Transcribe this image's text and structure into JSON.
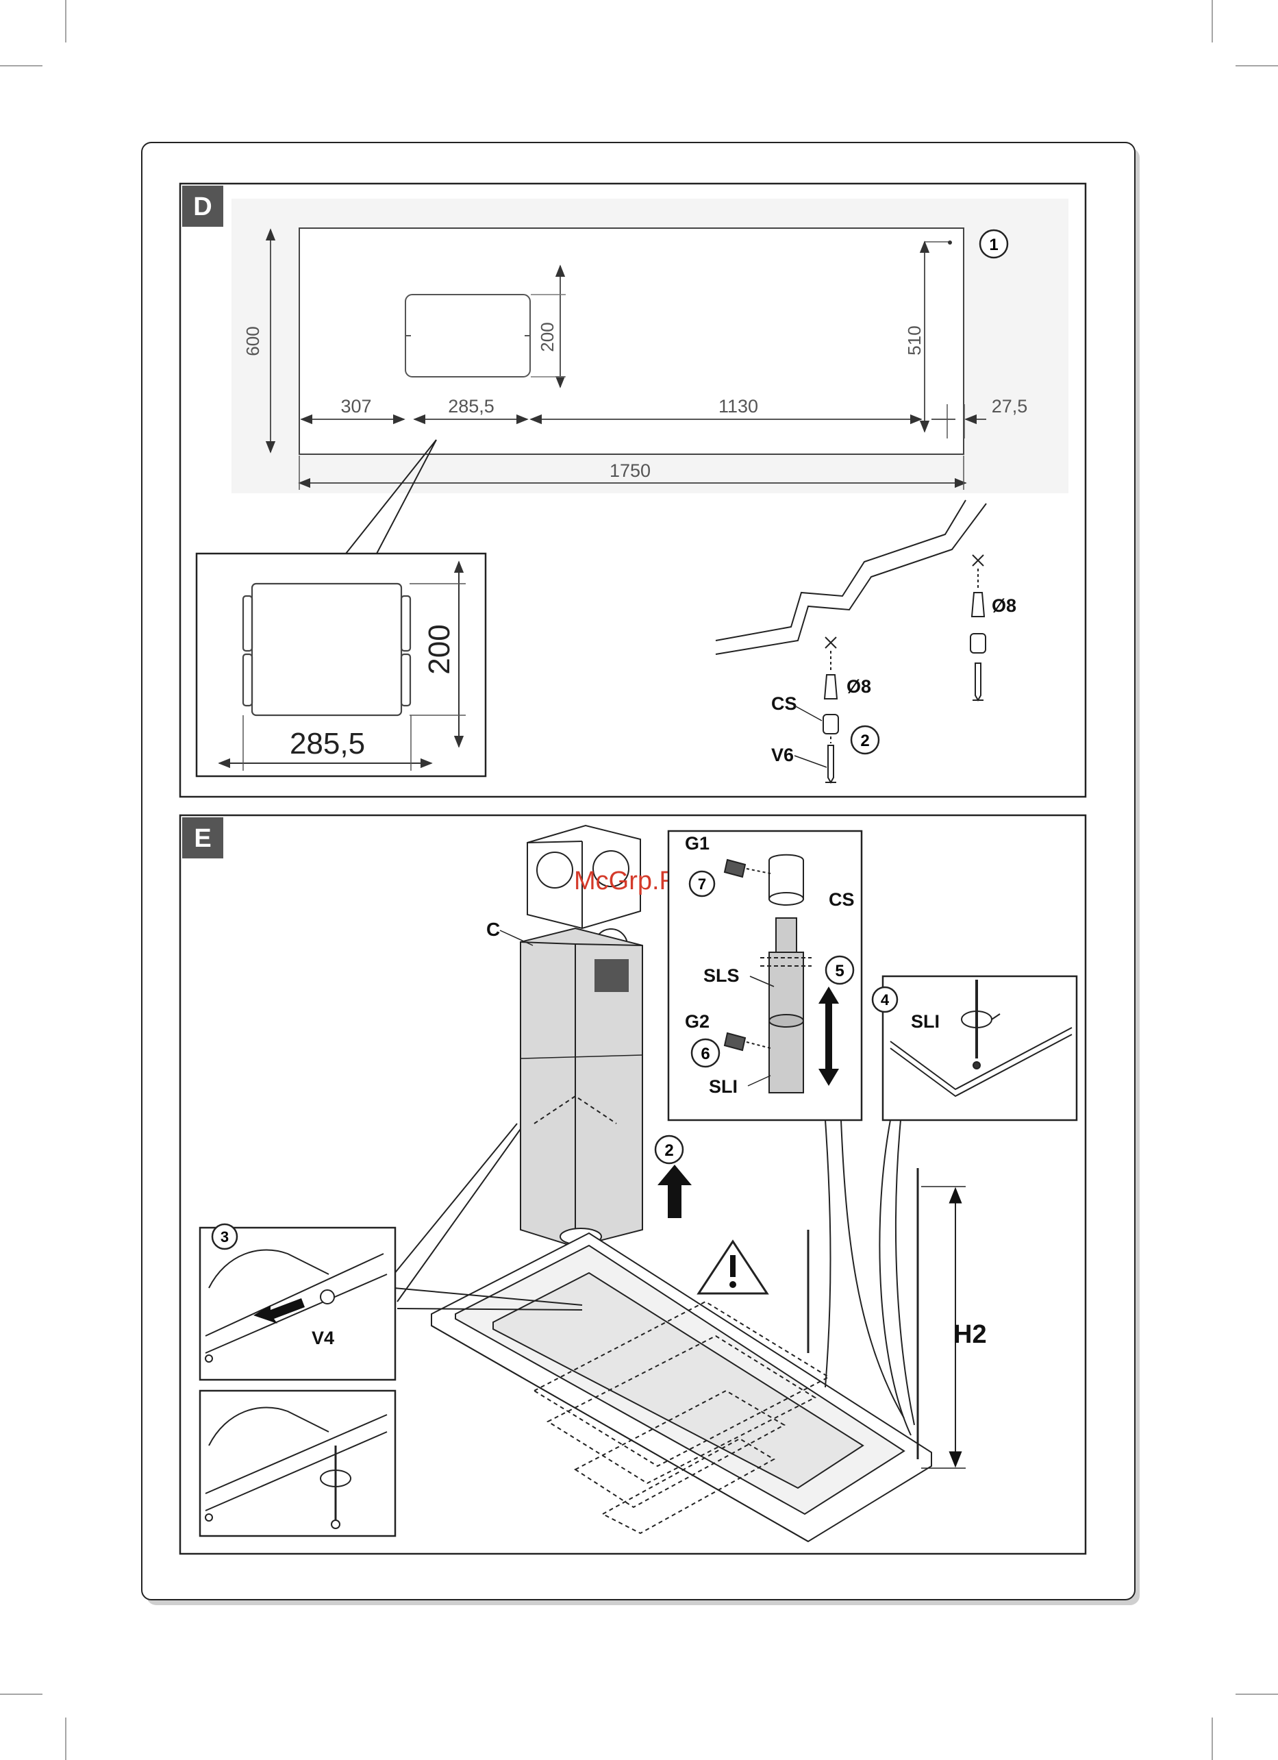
{
  "watermark": "McGrp.Ru",
  "panel_d": {
    "tag": "D",
    "dimensions": {
      "height": "600",
      "cut_height": "200",
      "right_offset": "510",
      "left_margin": "307",
      "cut_width": "285,5",
      "gap": "1130",
      "right_margin": "27,5",
      "total_width": "1750"
    },
    "detail": {
      "cut_width": "285,5",
      "cut_height": "200"
    },
    "steps": {
      "s1": "1",
      "s2": "2"
    },
    "parts": {
      "anchor": "Ø8",
      "anchor2": "Ø8",
      "cs": "CS",
      "v6": "V6"
    }
  },
  "panel_e": {
    "tag": "E",
    "labels": {
      "c": "C",
      "g1": "G1",
      "cs": "CS",
      "sls": "SLS",
      "g2": "G2",
      "sli": "SLI",
      "sli2": "SLI",
      "v4": "V4",
      "h2": "H2"
    },
    "steps": {
      "s2": "2",
      "s3": "3",
      "s4": "4",
      "s5": "5",
      "s6": "6",
      "s7": "7"
    },
    "warning_icon": "warning-triangle-icon"
  }
}
